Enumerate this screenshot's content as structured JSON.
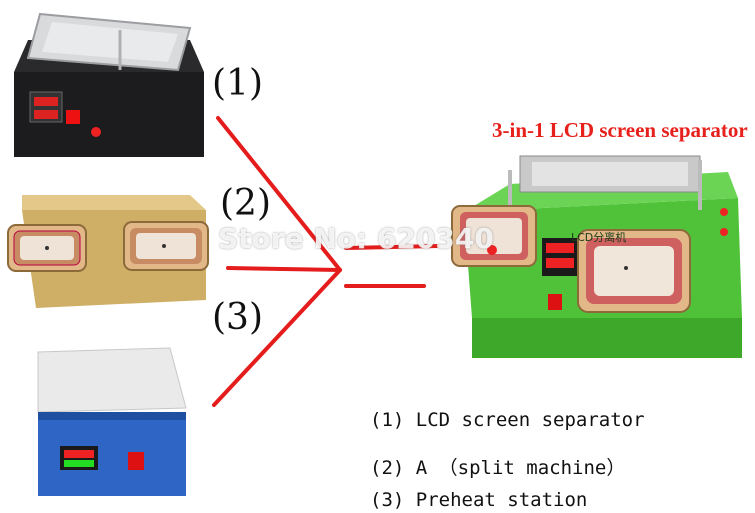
{
  "labels": {
    "one": "(1)",
    "two": "(2)",
    "three": "(3)"
  },
  "title": "3-in-1 LCD screen separator",
  "watermark": "Store No: 620340",
  "machine_plate": "LCD分离机",
  "legend": [
    "(1) LCD screen separator",
    "(2) A （split machine）",
    "(3) Preheat station"
  ],
  "colors": {
    "line": "#e51c1c",
    "title": "#e8201c",
    "green": "#4fc23a",
    "gold": "#d8b56a"
  }
}
